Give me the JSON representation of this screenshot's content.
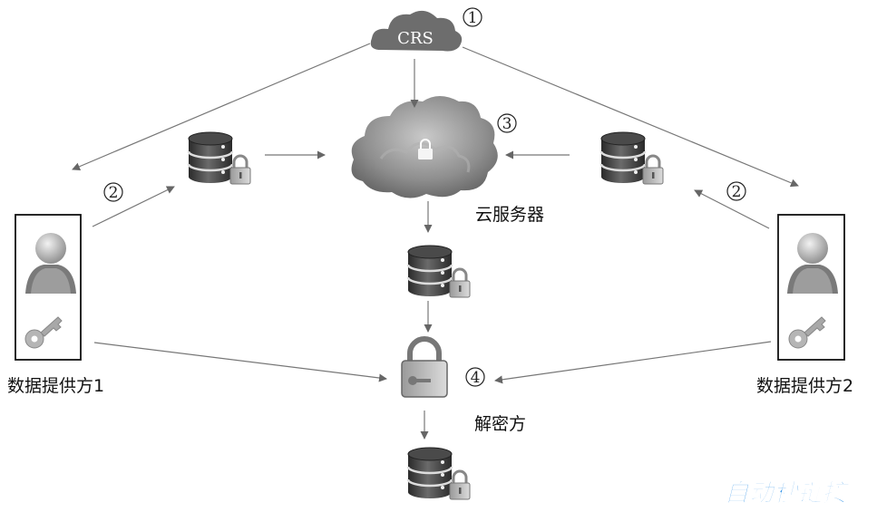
{
  "crs": {
    "label": "CRS"
  },
  "cloud_server": {
    "label": "云服务器"
  },
  "provider1": {
    "label": "数据提供方1"
  },
  "provider2": {
    "label": "数据提供方2"
  },
  "decryptor": {
    "label": "解密方"
  },
  "steps": {
    "s1": "1",
    "s2a": "2",
    "s2b": "2",
    "s3": "3",
    "s4": "4"
  },
  "watermark": {
    "text": "自动秒链接",
    "color": "#1e88e5"
  }
}
